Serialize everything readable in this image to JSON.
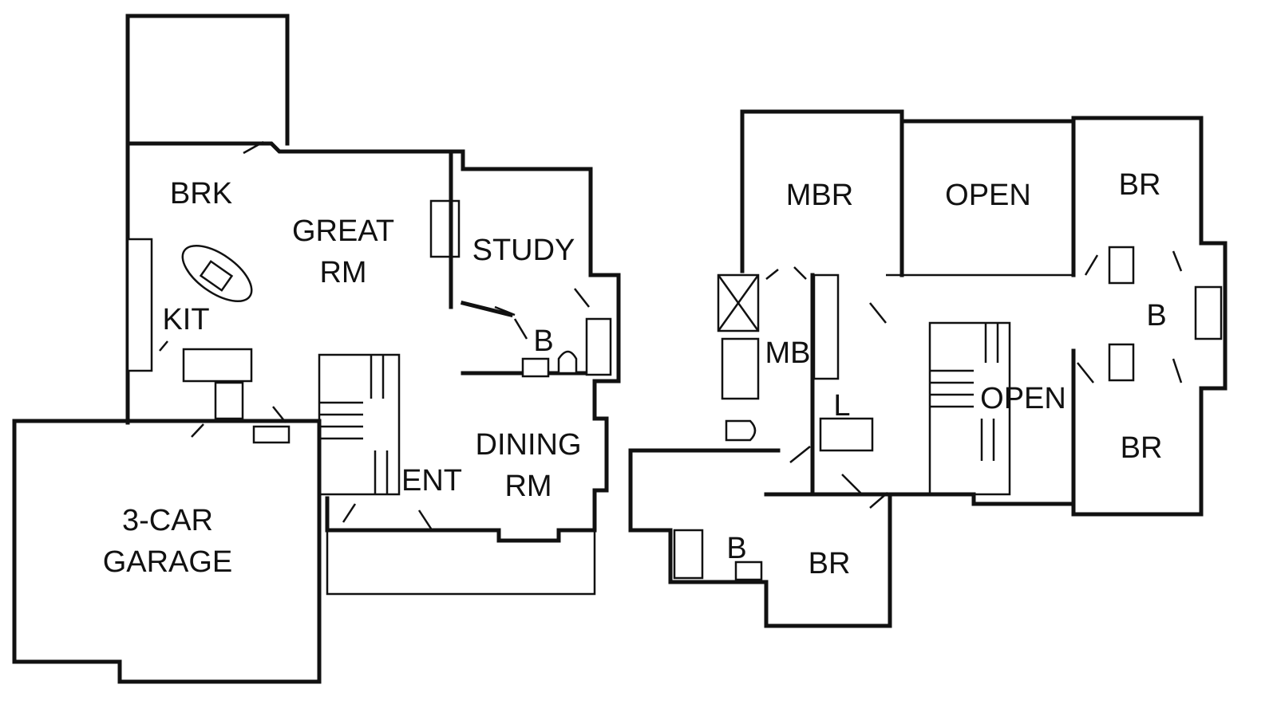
{
  "plan": {
    "rooms": [
      {
        "id": "brk",
        "lines": [
          "BRK"
        ]
      },
      {
        "id": "great-rm",
        "lines": [
          "GREAT",
          "RM"
        ]
      },
      {
        "id": "study",
        "lines": [
          "STUDY"
        ]
      },
      {
        "id": "kit",
        "lines": [
          "KIT"
        ]
      },
      {
        "id": "bath-main-floor",
        "lines": [
          "B"
        ]
      },
      {
        "id": "dining-rm",
        "lines": [
          "DINING",
          "RM"
        ]
      },
      {
        "id": "ent",
        "lines": [
          "ENT"
        ]
      },
      {
        "id": "garage",
        "lines": [
          "3-CAR",
          "GARAGE"
        ]
      },
      {
        "id": "mbr",
        "lines": [
          "MBR"
        ]
      },
      {
        "id": "open-upper",
        "lines": [
          "OPEN"
        ]
      },
      {
        "id": "br-top-right",
        "lines": [
          "BR"
        ]
      },
      {
        "id": "mb",
        "lines": [
          "MB"
        ]
      },
      {
        "id": "l",
        "lines": [
          "L"
        ]
      },
      {
        "id": "open-stair",
        "lines": [
          "OPEN"
        ]
      },
      {
        "id": "bath-right",
        "lines": [
          "B"
        ]
      },
      {
        "id": "br-bottom-right",
        "lines": [
          "BR"
        ]
      },
      {
        "id": "bath-lower",
        "lines": [
          "B"
        ]
      },
      {
        "id": "br-lower",
        "lines": [
          "BR"
        ]
      }
    ]
  }
}
